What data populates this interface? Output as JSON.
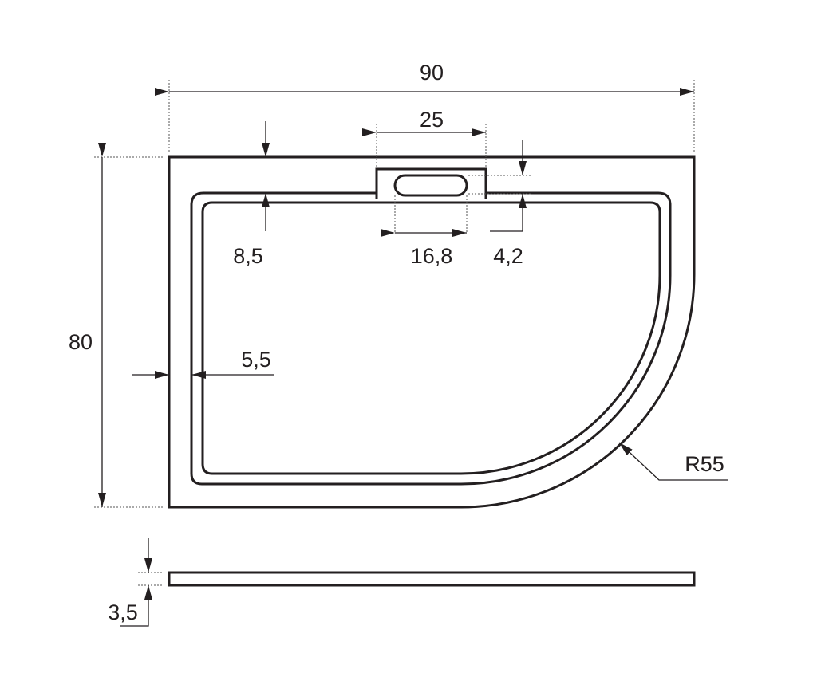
{
  "dimensions": {
    "width": "90",
    "depth": "80",
    "tab_width": "25",
    "slot_width": "16,8",
    "rim_top": "8,5",
    "tab_offset": "4,2",
    "rim_side": "5,5",
    "radius": "R55",
    "height": "3,5"
  },
  "colors": {
    "line": "#231f20"
  }
}
